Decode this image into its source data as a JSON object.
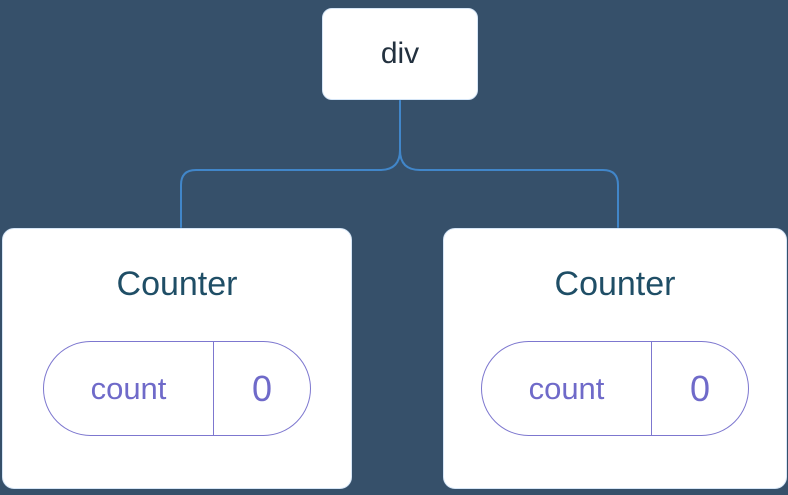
{
  "diagram": {
    "kind": "component-tree",
    "colors": {
      "background": "#36506a",
      "connector_blue": "#4186c9",
      "card_background": "#ffffff",
      "card_border": "#d6e6f7",
      "root_label_color": "#23313f",
      "counter_title_color": "#1f4e66",
      "state_purple": "#6f6ac9"
    },
    "tree": {
      "root": {
        "label": "div"
      },
      "children": [
        {
          "title": "Counter",
          "state_key": "count",
          "state_value": "0"
        },
        {
          "title": "Counter",
          "state_key": "count",
          "state_value": "0"
        }
      ]
    }
  }
}
